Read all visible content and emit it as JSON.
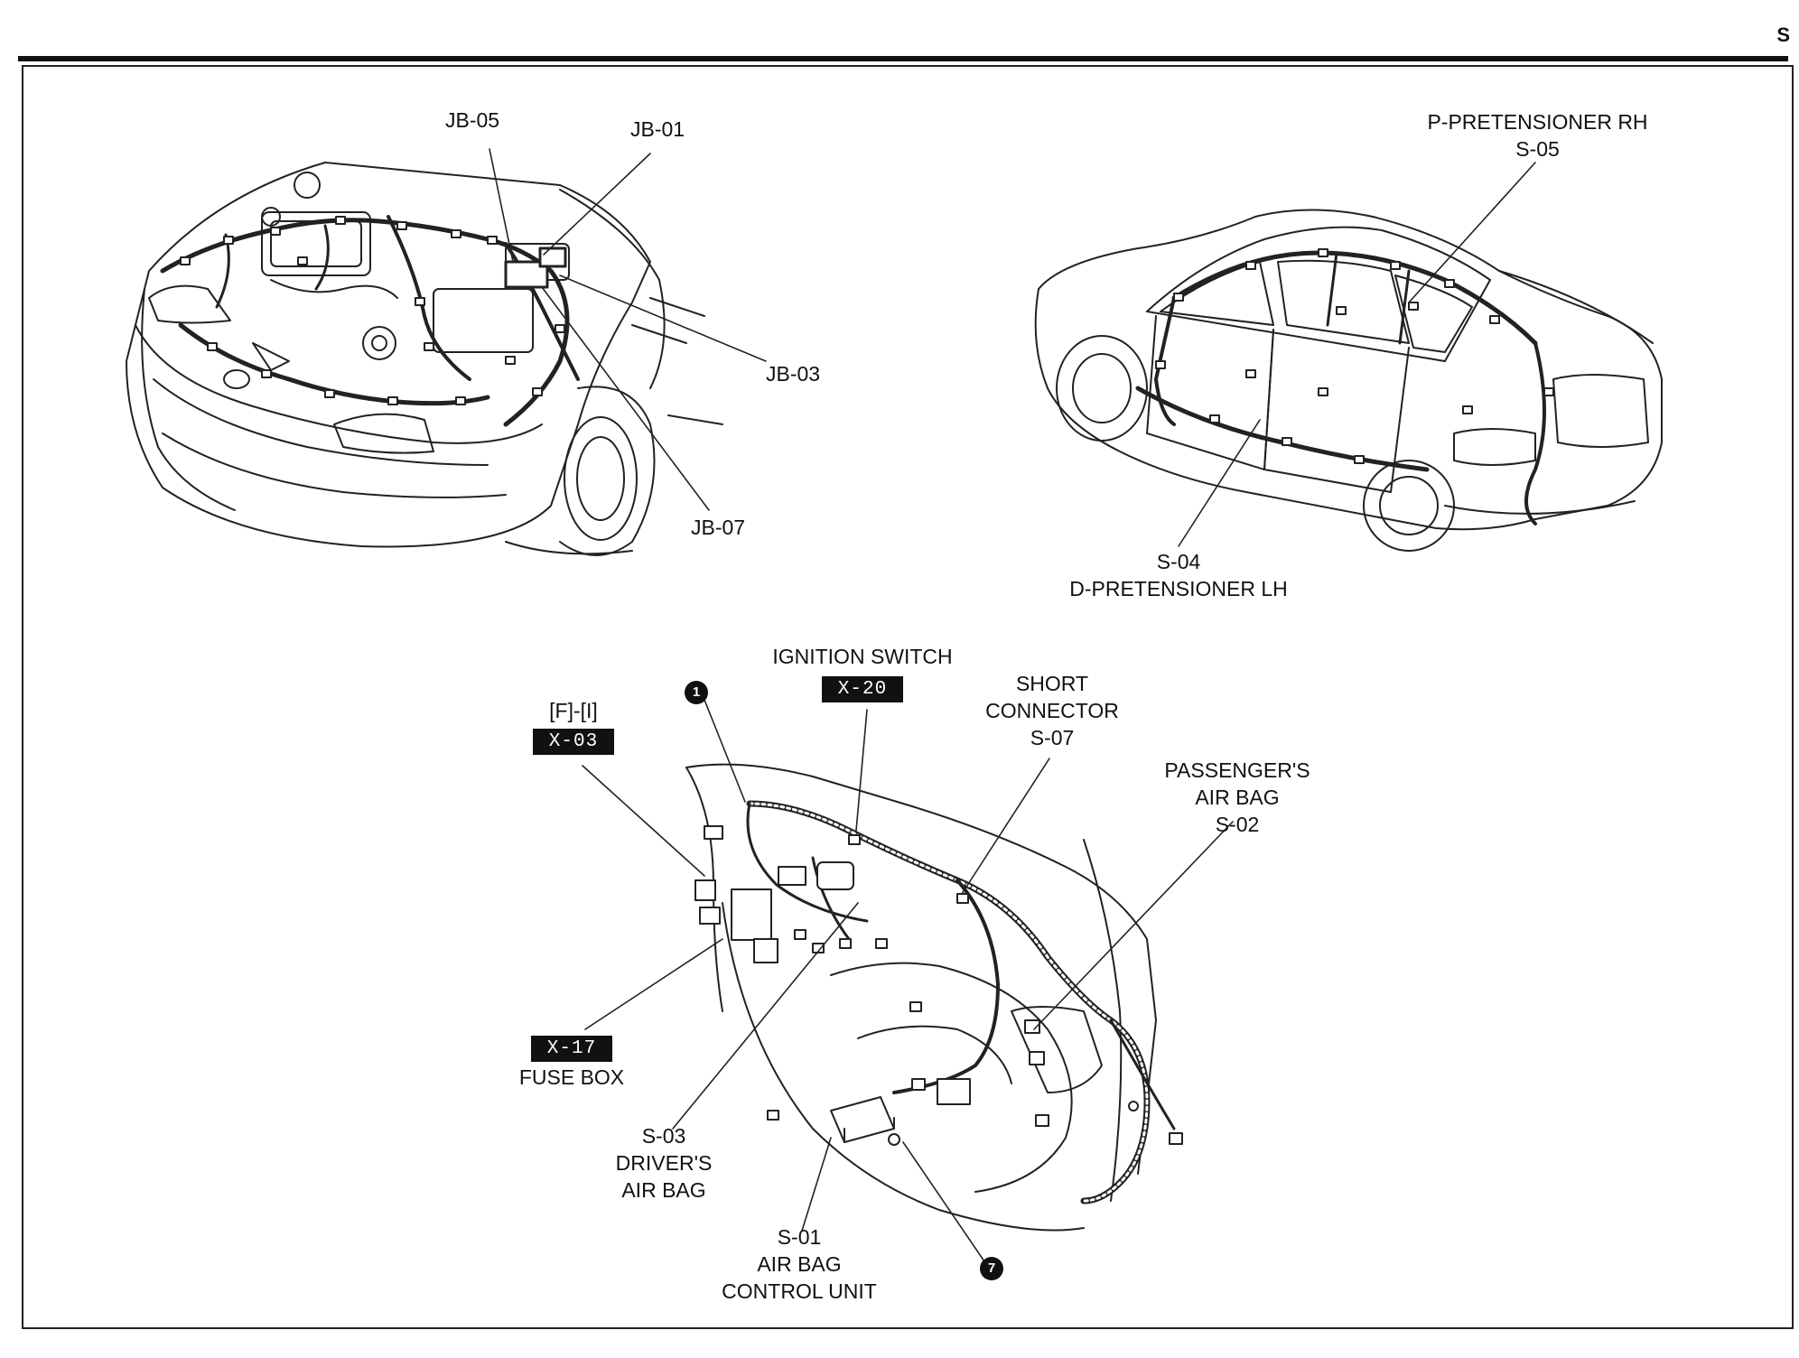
{
  "header": {
    "section_letter": "S"
  },
  "engine_bay": {
    "labels": {
      "jb05": "JB-05",
      "jb01": "JB-01",
      "jb03": "JB-03",
      "jb07": "JB-07"
    }
  },
  "body_view": {
    "labels": {
      "p_pretensioner_name": "P-PRETENSIONER RH",
      "p_pretensioner_code": "S-05",
      "d_pretensioner_code": "S-04",
      "d_pretensioner_name": "D-PRETENSIONER LH"
    }
  },
  "dashboard_view": {
    "labels": {
      "ignition_switch": "IGNITION SWITCH",
      "x20": "X-20",
      "fi": "[F]-[I]",
      "x03": "X-03",
      "short_connector_1": "SHORT",
      "short_connector_2": "CONNECTOR",
      "short_connector_code": "S-07",
      "passenger_1": "PASSENGER'S",
      "passenger_2": "AIR BAG",
      "passenger_code": "S-02",
      "x17": "X-17",
      "fuse_box": "FUSE BOX",
      "driver_code": "S-03",
      "driver_1": "DRIVER'S",
      "driver_2": "AIR BAG",
      "acu_code": "S-01",
      "acu_1": "AIR BAG",
      "acu_2": "CONTROL UNIT",
      "marker_1": "1",
      "marker_7": "7"
    }
  },
  "colors": {
    "ink": "#111111",
    "paper": "#ffffff",
    "label_box_bg": "#111111",
    "label_box_text": "#ffffff"
  }
}
